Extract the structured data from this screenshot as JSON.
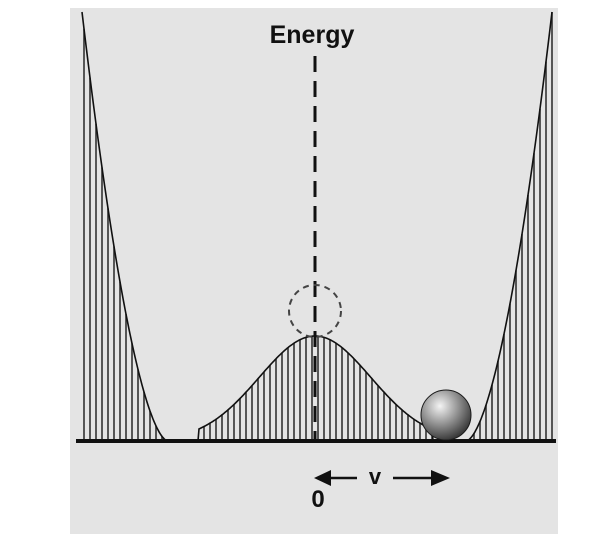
{
  "diagram": {
    "y_axis_label": "Energy",
    "origin_label": "0",
    "displacement_label": "v"
  },
  "colors": {
    "panel_background": "#e4e4e4",
    "page_background": "#ffffff",
    "ink": "#111111",
    "hatch": "#333333",
    "ball_highlight": "#f4f4f4",
    "ball_shadow": "#2a2a2a"
  },
  "icons": {
    "ball": "sphere-icon",
    "unstable_point": "dashed-circle-icon",
    "arrows": "double-arrow-icon"
  }
}
